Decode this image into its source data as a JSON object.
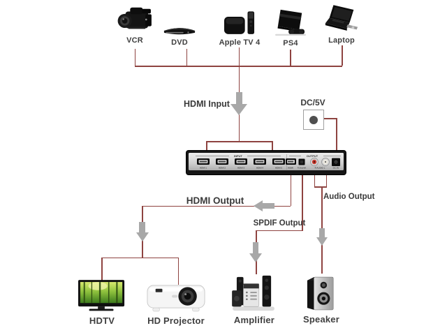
{
  "sources": [
    {
      "id": "vcr",
      "label": "VCR"
    },
    {
      "id": "dvd",
      "label": "DVD"
    },
    {
      "id": "apple-tv",
      "label": "Apple TV 4"
    },
    {
      "id": "ps4",
      "label": "PS4"
    },
    {
      "id": "laptop",
      "label": "Laptop"
    }
  ],
  "connections": {
    "hdmi_input": "HDMI Input",
    "dc_power": "DC/5V",
    "hdmi_output": "HDMI Output",
    "spdif_output": "SPDIF Output",
    "audio_output": "Audio Output"
  },
  "switch_unit": {
    "input_label": "INPUT",
    "output_label": "OUTPUT",
    "input_ports": [
      "HDMI 1",
      "HDMI 2",
      "HDMI 3",
      "HDMI 4",
      "HDMI 5"
    ],
    "output_ports": {
      "hdmi": "HDMI",
      "toslink": "TOSLINK",
      "audio": "R AUDIO L",
      "dc": "DC 5V"
    }
  },
  "sinks": [
    {
      "id": "hdtv",
      "label": "HDTV"
    },
    {
      "id": "hd-projector",
      "label": "HD Projector"
    },
    {
      "id": "amplifier",
      "label": "Amplifier"
    },
    {
      "id": "speaker",
      "label": "Speaker"
    }
  ],
  "colors": {
    "line": "#8e4340",
    "arrow": "#a8a8a8",
    "text": "#3b3b3b"
  }
}
